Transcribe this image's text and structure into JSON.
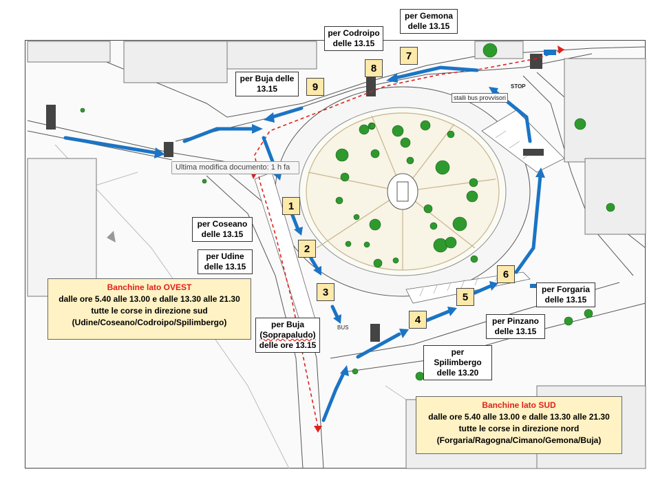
{
  "tooltip": "Ultima modifica documento: 1 h fa",
  "stop_labels": [
    {
      "id": "gemona",
      "line1": "per Gemona",
      "line2": "delle 13.15"
    },
    {
      "id": "codroipo",
      "line1": "per Codroipo",
      "line2": "delle 13.15"
    },
    {
      "id": "buja",
      "line1": "per Buja delle",
      "line2": "13.15"
    },
    {
      "id": "coseano",
      "line1": "per Coseano",
      "line2": "delle 13.15"
    },
    {
      "id": "udine",
      "line1": "per Udine",
      "line2": "delle 13.15"
    },
    {
      "id": "buja-sopra",
      "line1": "per Buja",
      "line2": "(Soprapaludo)",
      "line3": "delle ore 13.15"
    },
    {
      "id": "forgaria",
      "line1": "per Forgaria",
      "line2": "delle 13.15"
    },
    {
      "id": "pinzano",
      "line1": "per Pinzano",
      "line2": "delle 13.15"
    },
    {
      "id": "spilimbergo",
      "line1": "per Spilimbergo",
      "line2": "delle 13.20"
    }
  ],
  "stops": [
    "1",
    "2",
    "3",
    "4",
    "5",
    "6",
    "7",
    "8",
    "9"
  ],
  "info_ovest": {
    "title": "Banchine lato OVEST",
    "line1": "dalle ore 5.40 alle 13.00 e dalle 13.30 alle 21.30",
    "line2": "tutte le corse in direzione sud",
    "line3": "(Udine/Coseano/Codroipo/Spilimbergo)"
  },
  "info_sud": {
    "title": "Banchine lato SUD",
    "line1": "dalle ore 5.40 alle 13.00 e dalle 13.30 alle 21.30",
    "line2": "tutte le corse in direzione nord",
    "line3": "(Forgaria/Ragogna/Cimano/Gemona/Buja)"
  },
  "map_text": {
    "stalli": "stalli bus provvisori",
    "stop": "STOP",
    "bus": "BUS"
  },
  "colors": {
    "arrow_blue": "#1b74c4",
    "dashed_red": "#e0201c",
    "label_fill": "#fde9a9",
    "info_fill": "#fff2c4",
    "tree_green": "#2e9a2e"
  }
}
